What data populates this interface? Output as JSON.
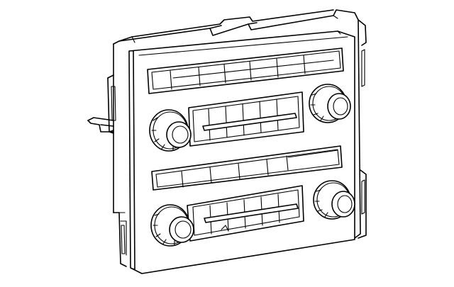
{
  "diagram": {
    "subject": "radio-control-panel",
    "background_color": "#ffffff",
    "line_color": "#000000",
    "knobs": [
      {
        "id": "knob-upper-left"
      },
      {
        "id": "knob-upper-right"
      },
      {
        "id": "knob-lower-left"
      },
      {
        "id": "knob-lower-right"
      }
    ],
    "button_strips": [
      {
        "id": "strip-top",
        "segments": 6
      },
      {
        "id": "strip-upper-middle",
        "segments": 6
      },
      {
        "id": "strip-middle",
        "segments": 6
      },
      {
        "id": "strip-lower",
        "segments": 6
      }
    ]
  }
}
